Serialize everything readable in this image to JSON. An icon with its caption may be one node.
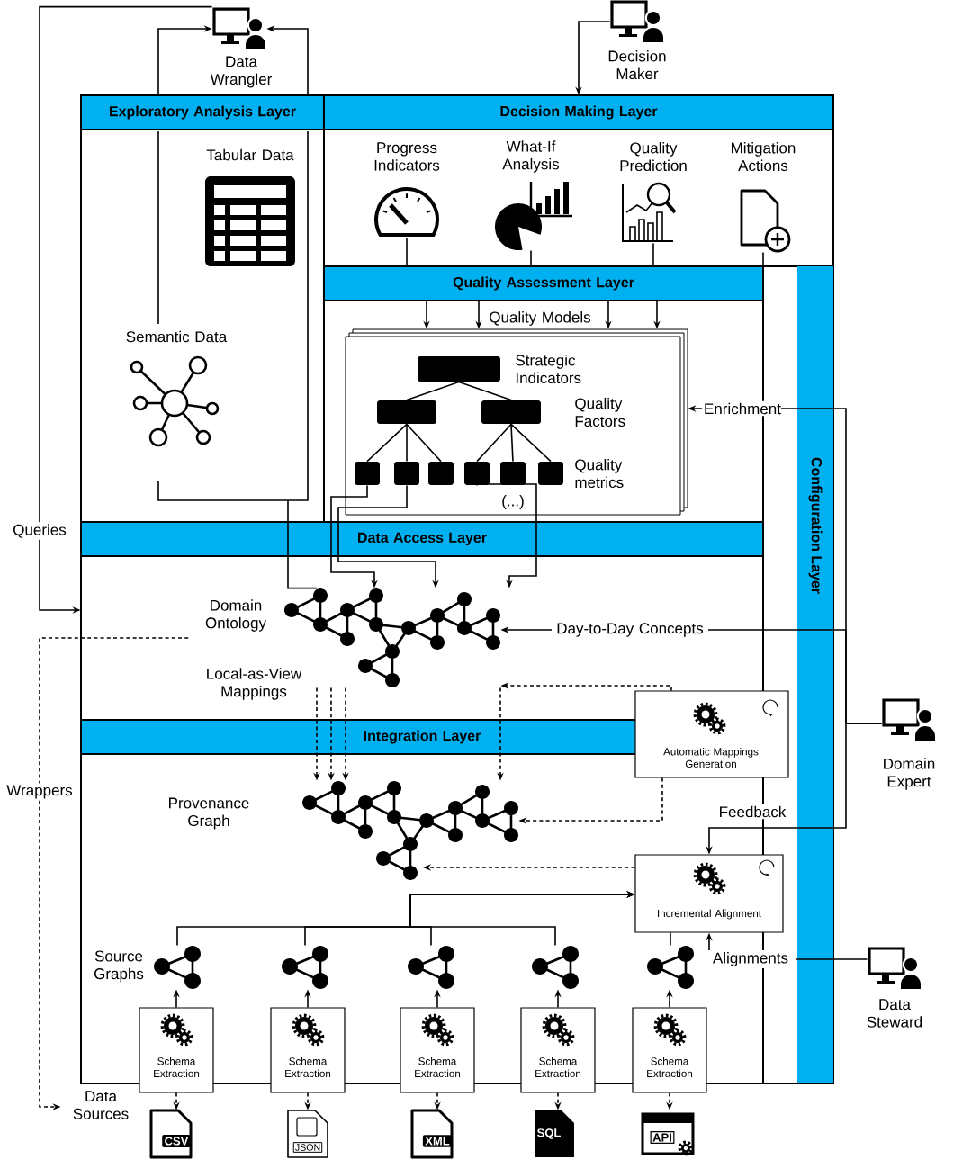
{
  "diagram": {
    "nodes": [
      {
        "text": [
          "Data Wrangler"
        ]
      },
      {
        "text": [
          "Decision Maker"
        ]
      },
      {
        "text": [
          "Exploratory Analysis Layer"
        ]
      },
      {
        "text": [],
        "shape": "bracket",
        "in": 2
      },
      {
        "text": [
          "Tabular Data"
        ],
        "in": 3
      },
      {
        "text": [
          "Semantic Data"
        ],
        "in": 2
      },
      {
        "text": [
          "Decision Making Layer"
        ]
      },
      {
        "text": [
          "Progress Indicators"
        ],
        "in": 6
      },
      {
        "text": [
          "What-If Analysis"
        ],
        "in": 6
      },
      {
        "text": [
          "Quality Prediction"
        ],
        "in": 6
      },
      {
        "text": [
          "Mitigation Actions"
        ],
        "in": 6
      },
      {
        "text": [
          "Quality Assessment Layer"
        ]
      },
      {
        "text": [
          "Quality Models"
        ],
        "in": 11
      },
      {
        "text": [],
        "shape": "box",
        "in": 12,
        "beside": [
          "Strategic Indicators"
        ]
      },
      {
        "text": [],
        "shape": "box",
        "in": 12
      },
      {
        "text": [],
        "shape": "box",
        "in": 12,
        "beside": [
          "Quality Factors"
        ]
      },
      {
        "text": [],
        "shape": "box",
        "in": 12
      },
      {
        "text": [],
        "shape": "box",
        "in": 12
      },
      {
        "text": [],
        "shape": "box",
        "in": 12
      },
      {
        "text": [],
        "shape": "box",
        "in": 12
      },
      {
        "text": [],
        "shape": "box",
        "in": 12
      },
      {
        "text": [],
        "shape": "box",
        "in": 12,
        "beside": [
          "Quality metrics"
        ]
      },
      {
        "text": [
          "Configuration Layer"
        ]
      },
      {
        "text": [
          "Data Access Layer"
        ]
      },
      {
        "text": [],
        "shape": "graph",
        "in": 23,
        "beside": [
          "Domain Ontology"
        ]
      },
      {
        "text": [
          "Integration Layer"
        ]
      },
      {
        "text": [
          "Automatic Mappings Generation"
        ]
      },
      {
        "text": [],
        "shape": "graph",
        "in": 25,
        "beside": [
          "Provenance Graph"
        ]
      },
      {
        "text": [
          "Incremental Alignment"
        ]
      },
      {
        "text": [],
        "shape": "graph",
        "in": 25,
        "beside": [
          "Source Graphs"
        ]
      },
      {
        "text": [],
        "shape": "graph",
        "in": 25
      },
      {
        "text": [],
        "shape": "graph",
        "in": 25
      },
      {
        "text": [],
        "shape": "graph",
        "in": 25
      },
      {
        "text": [],
        "shape": "graph",
        "in": 25
      },
      {
        "text": [
          "Schema Extraction"
        ]
      },
      {
        "text": [
          "Schema Extraction"
        ]
      },
      {
        "text": [
          "Schema Extraction"
        ]
      },
      {
        "text": [
          "Schema Extraction"
        ]
      },
      {
        "text": [
          "Schema Extraction"
        ]
      },
      {
        "text": [
          "Data Sources"
        ]
      },
      {
        "text": [
          "CSV"
        ]
      },
      {
        "text": [
          "JSON"
        ]
      },
      {
        "text": [
          "XML"
        ]
      },
      {
        "text": [
          "SQL"
        ]
      },
      {
        "text": [
          "API"
        ]
      },
      {
        "text": [
          "Domain Expert"
        ]
      },
      {
        "text": [
          "Data Steward"
        ]
      }
    ],
    "edges": [
      {
        "from": 2,
        "to": 0,
        "arrow": "to"
      },
      {
        "from": 2,
        "to": 0,
        "arrow": "to"
      },
      {
        "from": 0,
        "to": 23,
        "arrow": "to",
        "label": "Queries"
      },
      {
        "from": 1,
        "to": 6,
        "arrow": "to"
      },
      {
        "from": 7,
        "to": 11,
        "arrow": "none"
      },
      {
        "from": 8,
        "to": 11,
        "arrow": "none"
      },
      {
        "from": 9,
        "to": 11,
        "arrow": "none"
      },
      {
        "from": 10,
        "to": 11,
        "arrow": "none"
      },
      {
        "from": 13,
        "to": 14,
        "arrow": "none"
      },
      {
        "from": 13,
        "to": 15,
        "arrow": "none"
      },
      {
        "from": 14,
        "to": 16,
        "arrow": "none"
      },
      {
        "from": 14,
        "to": 17,
        "arrow": "none"
      },
      {
        "from": 14,
        "to": 18,
        "arrow": "none"
      },
      {
        "from": 15,
        "to": 19,
        "arrow": "none"
      },
      {
        "from": 15,
        "to": 20,
        "arrow": "none"
      },
      {
        "from": 15,
        "to": 21,
        "arrow": "none"
      },
      {
        "from": 45,
        "to": 12,
        "arrow": "to",
        "label": "Enrichment"
      },
      {
        "from": 24,
        "to": 3,
        "arrow": "none"
      },
      {
        "from": 16,
        "to": 24,
        "arrow": "to"
      },
      {
        "from": 17,
        "to": 24,
        "arrow": "to"
      },
      {
        "from": 19,
        "to": 24,
        "arrow": "to"
      },
      {
        "from": 45,
        "to": 24,
        "arrow": "to",
        "label": "Day-to-Day Concepts"
      },
      {
        "from": 26,
        "to": 24,
        "arrow": "to",
        "style": "dashed"
      },
      {
        "from": 24,
        "to": 27,
        "arrow": "to",
        "style": "dashed",
        "label": "Local-as-View Mappings"
      },
      {
        "from": 24,
        "to": 27,
        "arrow": "to",
        "style": "dashed"
      },
      {
        "from": 24,
        "to": 27,
        "arrow": "to",
        "style": "dashed"
      },
      {
        "from": 24,
        "to": 27,
        "arrow": "to",
        "style": "dashed"
      },
      {
        "from": 26,
        "to": 27,
        "arrow": "to",
        "style": "dashed"
      },
      {
        "from": 45,
        "to": 28,
        "arrow": "to",
        "label": "Feedback"
      },
      {
        "from": 28,
        "to": 27,
        "arrow": "to",
        "style": "dashed"
      },
      {
        "from": 29,
        "to": 28,
        "arrow": "to"
      },
      {
        "from": 30,
        "to": 28,
        "arrow": "to"
      },
      {
        "from": 31,
        "to": 28,
        "arrow": "to"
      },
      {
        "from": 32,
        "to": 28,
        "arrow": "to"
      },
      {
        "from": 33,
        "to": 28,
        "arrow": "none"
      },
      {
        "from": 34,
        "to": 29,
        "arrow": "to"
      },
      {
        "from": 35,
        "to": 30,
        "arrow": "to"
      },
      {
        "from": 36,
        "to": 31,
        "arrow": "to"
      },
      {
        "from": 37,
        "to": 32,
        "arrow": "to"
      },
      {
        "from": 38,
        "to": 33,
        "arrow": "to"
      },
      {
        "from": 34,
        "to": 40,
        "arrow": "to",
        "style": "dashed"
      },
      {
        "from": 35,
        "to": 41,
        "arrow": "to",
        "style": "dashed"
      },
      {
        "from": 36,
        "to": 42,
        "arrow": "to",
        "style": "dashed"
      },
      {
        "from": 37,
        "to": 43,
        "arrow": "to",
        "style": "dashed"
      },
      {
        "from": 38,
        "to": 44,
        "arrow": "to",
        "style": "dashed"
      },
      {
        "from": 46,
        "to": 28,
        "arrow": "to",
        "label": "Alignments"
      },
      {
        "from": 24,
        "to": 39,
        "arrow": "to",
        "style": "dashed",
        "label": "Wrappers"
      },
      {
        "from": 11,
        "to": 12,
        "arrow": "to"
      },
      {
        "from": 11,
        "to": 12,
        "arrow": "to"
      },
      {
        "from": 11,
        "to": 12,
        "arrow": "to"
      },
      {
        "from": 11,
        "to": 12,
        "arrow": "to"
      }
    ],
    "labels": [
      "(...)"
    ]
  }
}
